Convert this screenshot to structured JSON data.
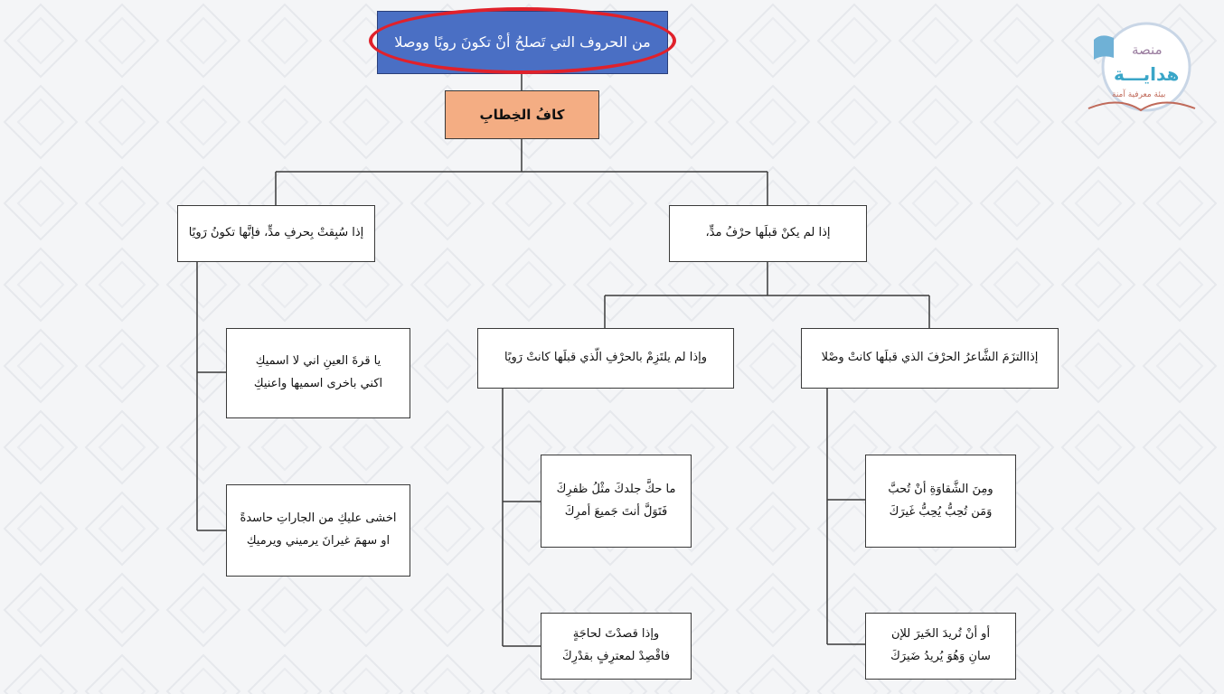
{
  "title": "من الحروف التي تَصلحُ أنْ تكونَ رويًا ووصلا",
  "subtitle": "كافُ الخِطابِ",
  "branch_right": "إذا لم يكنْ قبلَها حرْفُ مدٍّ،",
  "branch_left": "إذا سُبِقتْ بِحرفِ مدٍّ، فإنَّها تكونُ رَويًا",
  "case_wasl": "إذاالتزَمَ الشَّاعرُ الحرْفَ الذي قبلَها كانتْ وصْلا",
  "case_rawi": "وإذا لم يلتَزِمْ بالحرْفِ الّذي قبلَها كانتْ رَويًا",
  "examples": {
    "ex1": [
      "ومِنَ الشَّقاوَةِ أنْ تُحبَّ",
      "وَمَن تُحِبُّ يُحِبُّ غَيرَكَ"
    ],
    "ex2": [
      "أو أنْ تُريدَ الخَيرَ للإن",
      "سانِ وَهُوَ يُريدُ ضَيرَكَ"
    ],
    "ex3": [
      "ما حكَّ جلدكَ مثْلُ ظفرِكَ",
      "فَتَوَلَّ أنتَ جَميعَ أمرِكَ"
    ],
    "ex4": [
      "وإذا قصدْتَ لحاجَةٍ",
      "فاقْصِدْ لمعترِفٍ بقدْرِكَ"
    ],
    "ex5": [
      "يا قرةَ العينِ اني لا اسميكِ",
      "اكني باخرى اسميها واعنيكِ"
    ],
    "ex6": [
      "اخشى عليكِ من الجاراتِ حاسدةً",
      "او سهمَ غيرانَ يرميني ويرميكِ"
    ]
  },
  "logo": {
    "line1": "منصة",
    "line2": "هدايـــة",
    "line3": "بيئة معرفية آمنة"
  },
  "colors": {
    "title_bg": "#4a6fc4",
    "subtitle_bg": "#f4ad83",
    "highlight_oval": "#e0212b"
  }
}
